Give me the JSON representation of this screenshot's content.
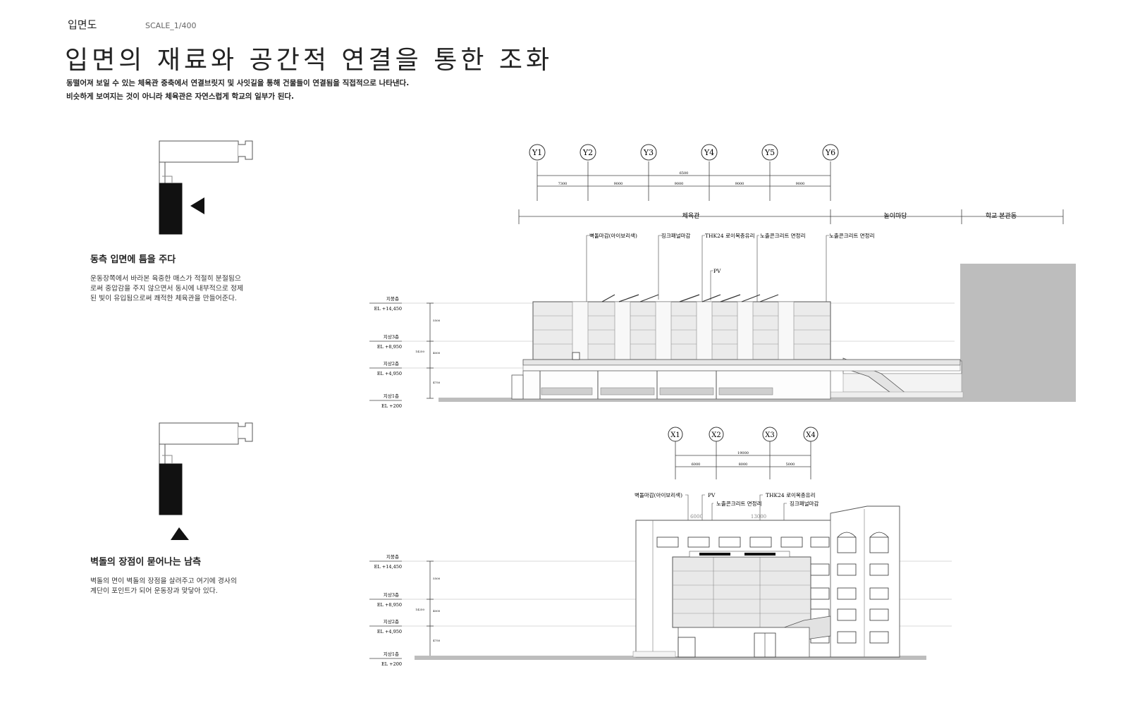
{
  "header": {
    "section_label": "입면도",
    "scale": "SCALE_1/400",
    "title": "입면의 재료와 공간적 연결을 통한 조화",
    "lead_line1": "동떨어져 보일 수 있는 체육관 중축에서 연결브릿지 및 사잇길을 통해 건물들이 연결됨을 직접적으로 나타낸다.",
    "lead_line2": "비슷하게 보여지는 것이 아니라 체육관은 자연스럽게 학교의 일부가 된다."
  },
  "east": {
    "title": "동측 입면에 틈을 주다",
    "text": "운동장쪽에서 바라본 육중한 매스가 적절히 분절됨으로써 중압감을 주지 않으면서 동시에 내부적으로 정제된 빛이 유입됨으로써 쾌적한 체육관을 만들어준다.",
    "grid_labels": [
      "Y1",
      "Y2",
      "Y3",
      "Y4",
      "Y5",
      "Y6"
    ],
    "overall_dim": "6500",
    "sub_dims": [
      "7300",
      "9000",
      "9000",
      "9000",
      "9000"
    ],
    "zones": [
      "체육관",
      "놀이마당",
      "학교 본관동"
    ],
    "material_notes": [
      "벽돌마감(아이보리색)",
      "징크패널마감",
      "THK24 로이복층유리",
      "노출콘크리트 면정리",
      "노출콘크리트 면정리"
    ],
    "pv_label": "PV",
    "levels": [
      {
        "name": "지붕층",
        "el": "EL +14,450"
      },
      {
        "name": "지상3층",
        "el": "EL +8,950"
      },
      {
        "name": "지상2층",
        "el": "EL +4,950"
      },
      {
        "name": "지상1층",
        "el": "EL +200"
      }
    ],
    "height_dims": [
      "5500",
      "4000",
      "4750"
    ],
    "total_height": "14250"
  },
  "south": {
    "title": "벽돌의 장점이 묻어나는 남측",
    "text": "벽돌의 면이 벽돌의 장점을 살려주고 여기에 경사의 계단이 포인트가 되어 운동장과 맞닿아 있다.",
    "grid_labels": [
      "X1",
      "X2",
      "X3",
      "X4"
    ],
    "overall_dim": "19000",
    "sub_dims": [
      "6000",
      "8000",
      "5000"
    ],
    "material_notes": [
      "벽돌마감(아이보리색)",
      "PV",
      "노출콘크리트 면정리",
      "THK24 로이복층유리",
      "징크패널마감"
    ],
    "building_dims": [
      "6000",
      "13000"
    ],
    "levels": [
      {
        "name": "지붕층",
        "el": "EL +14,450"
      },
      {
        "name": "지상3층",
        "el": "EL +8,950"
      },
      {
        "name": "지상2층",
        "el": "EL +4,950"
      },
      {
        "name": "지상1층",
        "el": "EL +200"
      }
    ],
    "height_dims": [
      "5500",
      "4000",
      "4750"
    ],
    "total_height": "14250"
  }
}
